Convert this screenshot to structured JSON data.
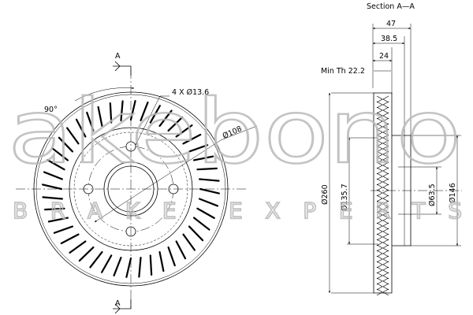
{
  "section_title": "Section A—A",
  "section_marks": {
    "top": "A",
    "bottom": "A"
  },
  "front_view": {
    "bolt_holes_label": "4 X Ø13.6",
    "pcd_label": "Ø108",
    "angle_label": "90°",
    "bolt_hole_count": 4,
    "vent_slot_count": 44
  },
  "section_view": {
    "dim_total_width": "47",
    "dim_hat_height": "38.5",
    "dim_friction_width": "24",
    "min_thickness_label": "Min Th 22.2",
    "dia_outer": "Ø260",
    "dia_inner_braking": "Ø135.7",
    "dia_center_bore": "Ø63.5",
    "dia_hat": "Ø146"
  },
  "watermark": {
    "brand": "akebono",
    "tagline": "BRAKE EXPERTS"
  }
}
